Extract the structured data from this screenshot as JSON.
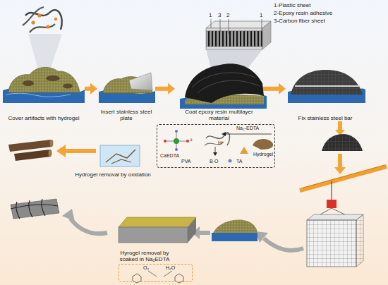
{
  "diagram": {
    "nodes": [
      {
        "text": [
          "Cover artifacts with hydrogel"
        ]
      },
      {
        "text": [
          "Insert stainless steel plate"
        ]
      },
      {
        "text": [
          "Coat epoxy resin multilayer material"
        ]
      },
      {
        "text": [
          "Fix stainless steel bar"
        ]
      },
      {
        "text": [
          "Hydrogel removal by oxidation"
        ]
      },
      {
        "text": [
          "Na₂-EDTA",
          "CaEDTA",
          "+",
          "H⁺",
          "Hydrogel",
          "PVA",
          "B-O",
          "TA"
        ]
      },
      {
        "text": [
          "Hyrogel removal by soaked in Na₂EDTA"
        ]
      },
      {
        "text": [
          "O₂",
          "H₂O"
        ]
      }
    ],
    "edges": [
      {
        "from": 0,
        "to": 1,
        "arrow": "to"
      },
      {
        "from": 1,
        "to": 2,
        "arrow": "to"
      },
      {
        "from": 2,
        "to": 3,
        "arrow": "to"
      }
    ],
    "labels": [
      "1-Plastic sheet",
      "2-Epoxy resin adhesive",
      "3-Carbon fiber sheet",
      "1",
      "3",
      "2",
      "1"
    ]
  }
}
